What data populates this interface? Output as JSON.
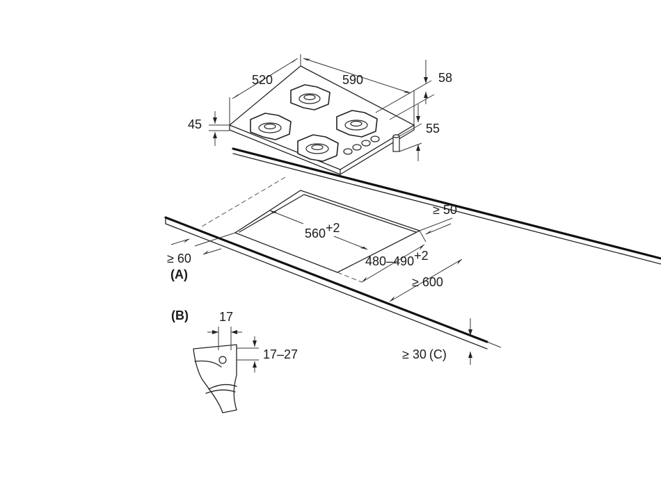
{
  "diagram": {
    "hob": {
      "width": "590",
      "depth": "520",
      "height_right": "58",
      "body_height": "55",
      "height_left": "45"
    },
    "cutout": {
      "width_value": "560",
      "width_tolerance": "+2",
      "depth_value": "480–490",
      "depth_tolerance": "+2"
    },
    "clearances": {
      "rear": "≥ 50",
      "front": "≥ 60",
      "front_marker": "(A)",
      "worktop_depth": "≥ 600",
      "worktop_thickness_value": "≥ 30",
      "worktop_thickness_marker": "(C)"
    },
    "detail": {
      "marker": "(B)",
      "width": "17",
      "height": "17–27"
    }
  }
}
